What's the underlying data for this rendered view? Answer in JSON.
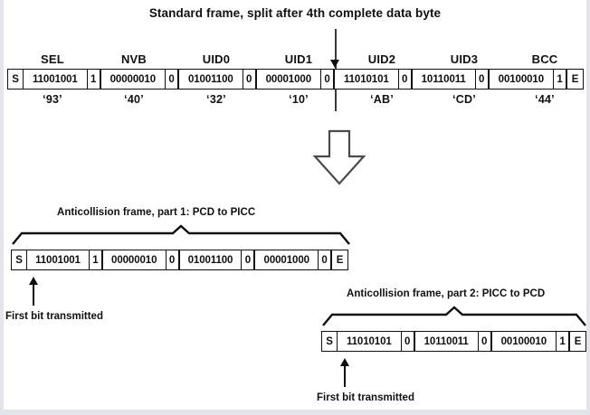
{
  "diagram": {
    "title": "Standard frame, split after 4th complete data byte",
    "top_frame": {
      "field_labels": [
        "SEL",
        "NVB",
        "UID0",
        "UID1",
        "UID2",
        "UID3",
        "BCC"
      ],
      "hex_values": [
        "‘93’",
        "‘40’",
        "‘32’",
        "‘10’",
        "‘AB’",
        "‘CD’",
        "‘44’"
      ],
      "start_marker": "S",
      "end_marker": "E",
      "cells": [
        {
          "kind": "marker",
          "text": "S"
        },
        {
          "kind": "byte",
          "text": "11001001"
        },
        {
          "kind": "parity",
          "text": "1"
        },
        {
          "kind": "byte",
          "text": "00000010"
        },
        {
          "kind": "parity",
          "text": "0"
        },
        {
          "kind": "byte",
          "text": "01001100"
        },
        {
          "kind": "parity",
          "text": "0"
        },
        {
          "kind": "byte",
          "text": "00001000"
        },
        {
          "kind": "parity",
          "text": "0"
        },
        {
          "kind": "byte",
          "text": "11010101"
        },
        {
          "kind": "parity",
          "text": "0"
        },
        {
          "kind": "byte",
          "text": "10110011"
        },
        {
          "kind": "parity",
          "text": "0"
        },
        {
          "kind": "byte",
          "text": "00100010"
        },
        {
          "kind": "parity",
          "text": "1"
        },
        {
          "kind": "marker",
          "text": "E"
        }
      ]
    },
    "part1": {
      "caption": "Anticollision frame, part 1: PCD to PICC",
      "first_bit_label": "First bit transmitted",
      "cells": [
        {
          "kind": "marker",
          "text": "S"
        },
        {
          "kind": "byte",
          "text": "11001001"
        },
        {
          "kind": "parity",
          "text": "1"
        },
        {
          "kind": "byte",
          "text": "00000010"
        },
        {
          "kind": "parity",
          "text": "0"
        },
        {
          "kind": "byte",
          "text": "01001100"
        },
        {
          "kind": "parity",
          "text": "0"
        },
        {
          "kind": "byte",
          "text": "00001000"
        },
        {
          "kind": "parity",
          "text": "0"
        },
        {
          "kind": "marker",
          "text": "E"
        }
      ]
    },
    "part2": {
      "caption": "Anticollision frame, part 2: PICC to PCD",
      "first_bit_label": "First bit transmitted",
      "cells": [
        {
          "kind": "marker",
          "text": "S"
        },
        {
          "kind": "byte",
          "text": "11010101"
        },
        {
          "kind": "parity",
          "text": "0"
        },
        {
          "kind": "byte",
          "text": "10110011"
        },
        {
          "kind": "parity",
          "text": "0"
        },
        {
          "kind": "byte",
          "text": "00100010"
        },
        {
          "kind": "parity",
          "text": "1"
        },
        {
          "kind": "marker",
          "text": "E"
        }
      ]
    },
    "colors": {
      "ink": "#101010",
      "split_line": "#3b3b3b",
      "arrow_outline": "#4a4a4a",
      "background": "#ffffff"
    }
  }
}
